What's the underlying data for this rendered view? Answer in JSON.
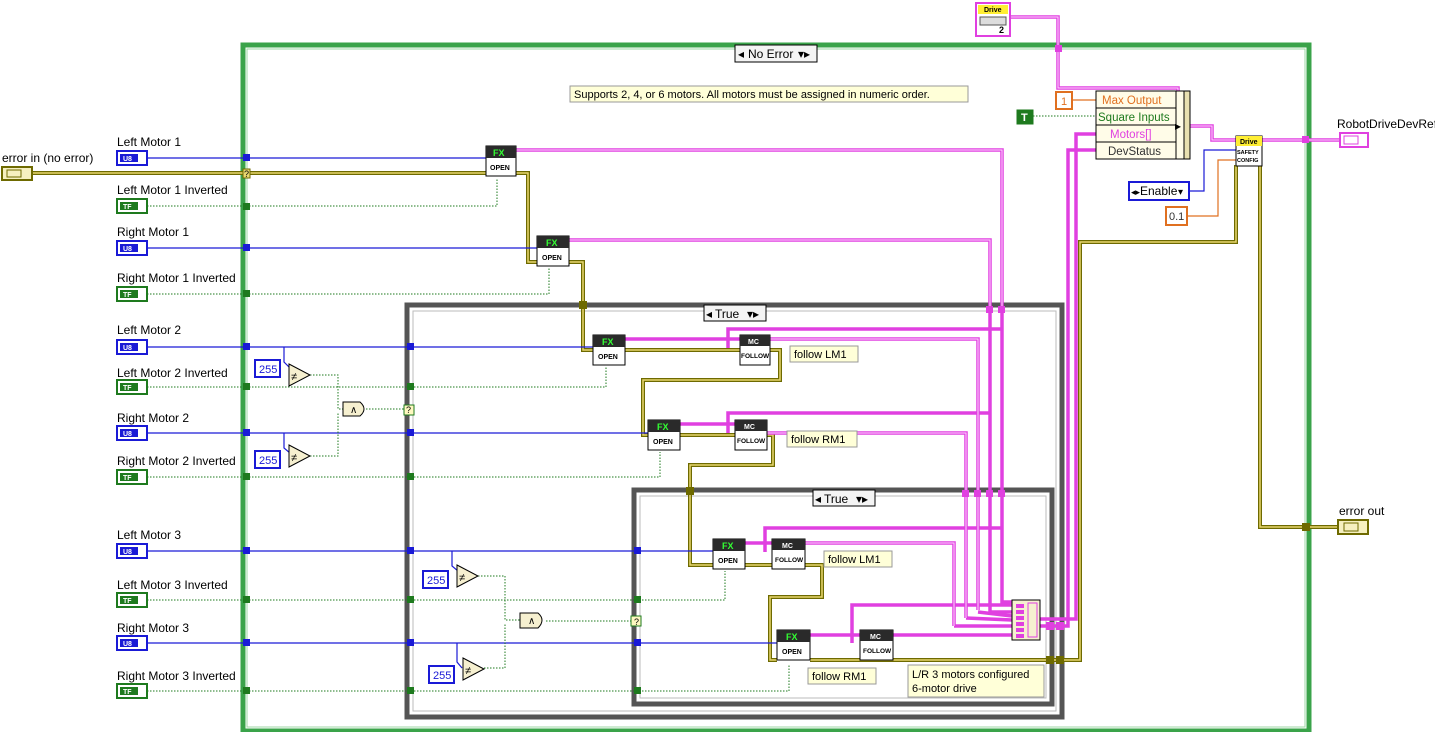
{
  "cases": {
    "outer_selector": "No Error",
    "middle_selector": "True",
    "inner_selector": "True"
  },
  "comments": {
    "supports": "Supports 2, 4, or 6 motors.  All motors must be assigned in numeric order.",
    "follow_lm1_a": "follow LM1",
    "follow_rm1_a": "follow RM1",
    "follow_lm1_b": "follow LM1",
    "follow_rm1_b": "follow RM1",
    "six_motor_line1": "L/R 3 motors configured",
    "six_motor_line2": "6-motor drive"
  },
  "controls": {
    "error_in": "error in (no error)",
    "left_motor_1": "Left Motor 1",
    "left_motor_1_inverted": "Left Motor 1 Inverted",
    "right_motor_1": "Right Motor 1",
    "right_motor_1_inverted": "Right Motor 1 Inverted",
    "left_motor_2": "Left Motor 2",
    "left_motor_2_inverted": "Left Motor 2 Inverted",
    "right_motor_2": "Right Motor 2",
    "right_motor_2_inverted": "Right Motor 2 Inverted",
    "left_motor_3": "Left Motor 3",
    "left_motor_3_inverted": "Left Motor 3 Inverted",
    "right_motor_3": "Right Motor 3",
    "right_motor_3_inverted": "Right Motor 3 Inverted"
  },
  "indicators": {
    "robot_drive_ref": "RobotDriveDevRef",
    "error_out": "error out"
  },
  "terminal_tags": {
    "u8": "U8",
    "tf": "TF"
  },
  "nodes": {
    "fx": "FX",
    "open": "OPEN",
    "mc": "MC",
    "follow": "FOLLOW",
    "drive": "Drive",
    "safety1": "SAFETY",
    "safety2": "CONFIG",
    "drive_ref_badge": "2"
  },
  "bundle": {
    "max_output": "Max Output",
    "square_inputs": "Square Inputs",
    "motors": "Motors[]",
    "dev_status": "DevStatus"
  },
  "constants": {
    "max_output_value": "1",
    "square_inputs_value": "T",
    "enable": "Enable",
    "timeout": "0.1",
    "c255_a": "255",
    "c255_b": "255",
    "c255_c": "255",
    "c255_d": "255"
  },
  "operators": {
    "not_equal": "≠",
    "and": "∧",
    "case_mark": "?"
  },
  "colors": {
    "case_border": "#2b9a3c",
    "inner_case_border": "#000000",
    "numeric_wire": "#1a1ad6",
    "boolean_wire": "#1e7a1e",
    "refnum_wire": "#e040e0",
    "error_wire": "#6e6a00",
    "error_wire_fill": "#e8d870",
    "comment_bg": "#ffffd8",
    "fx_header": "#2a2a2a",
    "fx_text": "#33ff33",
    "drive_header": "#ffee33"
  }
}
